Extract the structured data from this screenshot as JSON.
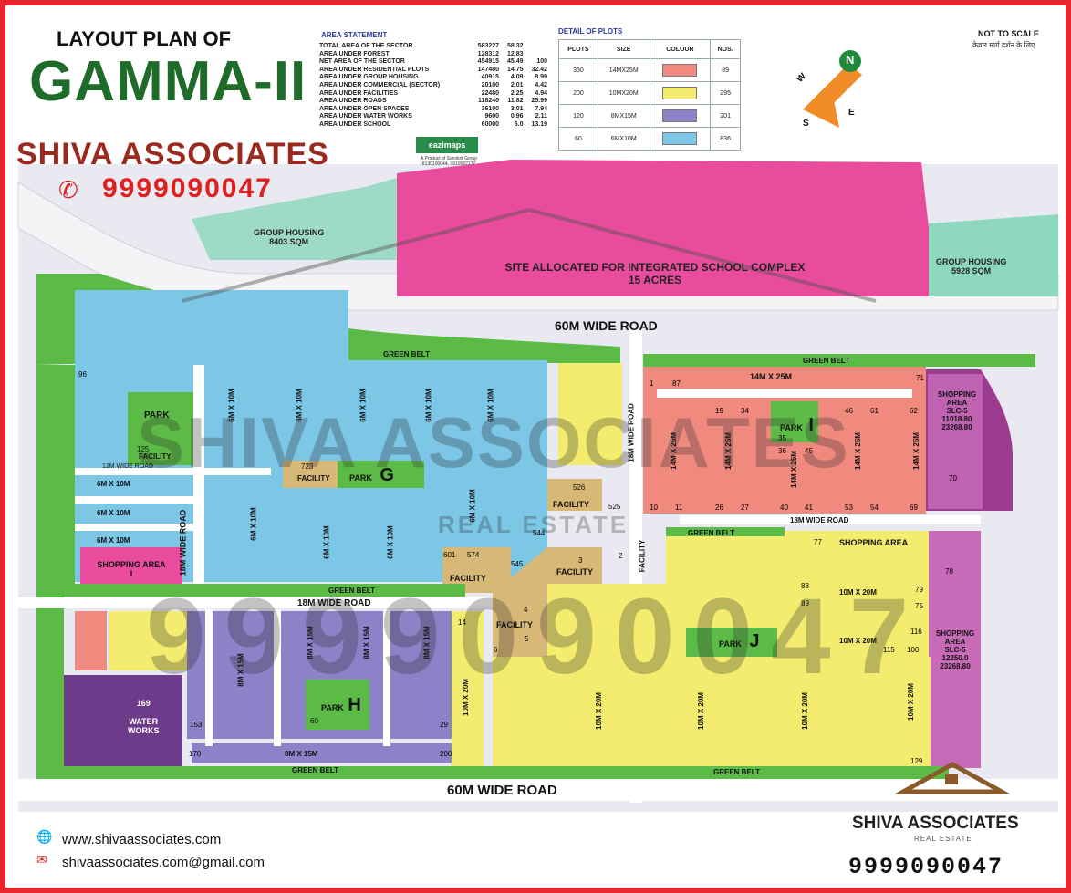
{
  "header": {
    "title_line1": "LAYOUT PLAN OF",
    "title_line2": "GAMMA-II",
    "brand": "SHIVA ASSOCIATES",
    "phone": "9999090047",
    "not_to_scale": "NOT TO SCALE",
    "not_to_scale_hindi": "केवल मार्ग दर्शन के लिए"
  },
  "area_statement": {
    "title": "AREA STATEMENT",
    "rows": [
      {
        "label": "TOTAL AREA OF THE SECTOR",
        "sqm": "583227",
        "acres": "58.32",
        "pct": ""
      },
      {
        "label": "AREA UNDER FOREST",
        "sqm": "128312",
        "acres": "12.83",
        "pct": ""
      },
      {
        "label": "NET AREA OF THE SECTOR",
        "sqm": "454915",
        "acres": "45.49",
        "pct": "100"
      },
      {
        "label": "AREA UNDER RESIDENTIAL PLOTS",
        "sqm": "147480",
        "acres": "14.75",
        "pct": "32.42"
      },
      {
        "label": "AREA UNDER GROUP HOUSING",
        "sqm": "40915",
        "acres": "4.09",
        "pct": "8.99"
      },
      {
        "label": "AREA UNDER COMMERCIAL (SECTOR)",
        "sqm": "20100",
        "acres": "2.01",
        "pct": "4.42"
      },
      {
        "label": "AREA UNDER FACILITIES",
        "sqm": "22480",
        "acres": "2.25",
        "pct": "4.94"
      },
      {
        "label": "AREA UNDER ROADS",
        "sqm": "118240",
        "acres": "11.82",
        "pct": "25.99"
      },
      {
        "label": "AREA UNDER OPEN SPACES",
        "sqm": "36100",
        "acres": "3.01",
        "pct": "7.94"
      },
      {
        "label": "AREA UNDER WATER WORKS",
        "sqm": "9600",
        "acres": "0.96",
        "pct": "2.11"
      },
      {
        "label": "AREA UNDER SCHOOL",
        "sqm": "60000",
        "acres": "6.0",
        "pct": "13.19"
      }
    ]
  },
  "plot_details": {
    "title": "DETAIL OF PLOTS",
    "headers": [
      "PLOTS",
      "SIZE",
      "COLOUR",
      "NOS."
    ],
    "rows": [
      {
        "plots": "350",
        "size": "14MX25M",
        "color": "#f08a7e",
        "nos": "89"
      },
      {
        "plots": "200",
        "size": "10MX20M",
        "color": "#f3ec6e",
        "nos": "295"
      },
      {
        "plots": "120",
        "size": "8MX15M",
        "color": "#8c82c8",
        "nos": "201"
      },
      {
        "plots": "60",
        "size": "6MX10M",
        "color": "#7cc6e6",
        "nos": "836"
      }
    ]
  },
  "compass": {
    "n": "N",
    "e": "E",
    "s": "S",
    "w": "W"
  },
  "eazimaps": {
    "name": "eazimaps",
    "sub1": "A Product of Sanskrit Group",
    "sub2": "8130100044, 9910582177"
  },
  "map": {
    "roads": {
      "top_60m": "60M WIDE ROAD",
      "bottom_60m": "60M WIDE ROAD",
      "mid_18m": "18M WIDE ROAD",
      "right_18m": "18M WIDE ROAD",
      "left_18m": "18M WIDE ROAD",
      "vert_18m": "18M WIDE ROAD",
      "twelve_m": "12M WIDE ROAD"
    },
    "green_belt": "GREEN BELT",
    "group_housing_left": {
      "name": "GROUP HOUSING",
      "area": "8403 SQM"
    },
    "group_housing_right": {
      "name": "GROUP HOUSING",
      "area": "5928 SQM"
    },
    "school": {
      "name": "SITE ALLOCATED FOR INTEGRATED SCHOOL COMPLEX",
      "area": "15 ACRES"
    },
    "park": "PARK",
    "park_letters": {
      "g": "G",
      "h": "H",
      "i": "I",
      "j": "J"
    },
    "facility": "FACILITY",
    "shopping_area": "SHOPPING AREA",
    "shopping_slc1": {
      "name": "SHOPPING AREA",
      "code": "SLC-5",
      "a1": "11018.80",
      "a2": "23268.80"
    },
    "shopping_slc2": {
      "name": "SHOPPING AREA",
      "code": "SLC-5",
      "a1": "12250.0",
      "a2": "23268.80"
    },
    "shopping_roman": "I",
    "water_works": {
      "num": "169",
      "name1": "WATER",
      "name2": "WORKS"
    },
    "block_sizes": {
      "s6": "6M X 10M",
      "s8": "8M X 15M",
      "s10": "10M X 20M",
      "s14": "14M X 25M"
    },
    "numbers": {
      "n87": "87",
      "n1": "1",
      "n71": "71",
      "n62": "62",
      "n70": "70",
      "n69": "69",
      "n10": "10",
      "n11": "11",
      "n19": "19",
      "n34": "34",
      "n26": "26",
      "n27": "27",
      "n35": "35",
      "n36": "36",
      "n45": "45",
      "n40": "40",
      "n41": "41",
      "n46": "46",
      "n61": "61",
      "n53": "53",
      "n54": "54",
      "n77": "77",
      "n78": "78",
      "n88": "88",
      "n89": "89",
      "n79": "79",
      "n75": "75",
      "n116": "116",
      "n115": "115",
      "n100": "100",
      "n129": "129",
      "n169": "169",
      "n723": "723",
      "n526": "526",
      "n525": "525",
      "n601": "601",
      "n574": "574",
      "n545": "545",
      "n544": "544",
      "n3": "3",
      "n2": "2",
      "n4": "4",
      "n5": "5",
      "n6": "6",
      "n14": "14",
      "n200": "200",
      "n153": "153",
      "n170": "170",
      "n60": "60",
      "n29": "29",
      "n125": "125",
      "n96": "96"
    }
  },
  "footer": {
    "website": "www.shivaassociates.com",
    "email": "shivaassociates.com@gmail.com",
    "logo_name": "SHIVA ASSOCIATES",
    "logo_sub": "REAL ESTATE",
    "logo_phone": "9999090047"
  },
  "watermark": {
    "text": "SHIVA ASSOCIATES",
    "sub": "REAL ESTATE",
    "phone": "9999090047"
  },
  "colors": {
    "frame": "#e8262d",
    "green": "#5cbb46",
    "road": "#ffffff",
    "pink_school": "#e94b9d",
    "group_housing": "#8fd8c0",
    "plot_red": "#f08a7e",
    "plot_yellow": "#f3ec6e",
    "plot_purple": "#8c82c8",
    "plot_blue": "#7cc6e6",
    "facility": "#d8b876",
    "water_works": "#6e3a8a"
  }
}
